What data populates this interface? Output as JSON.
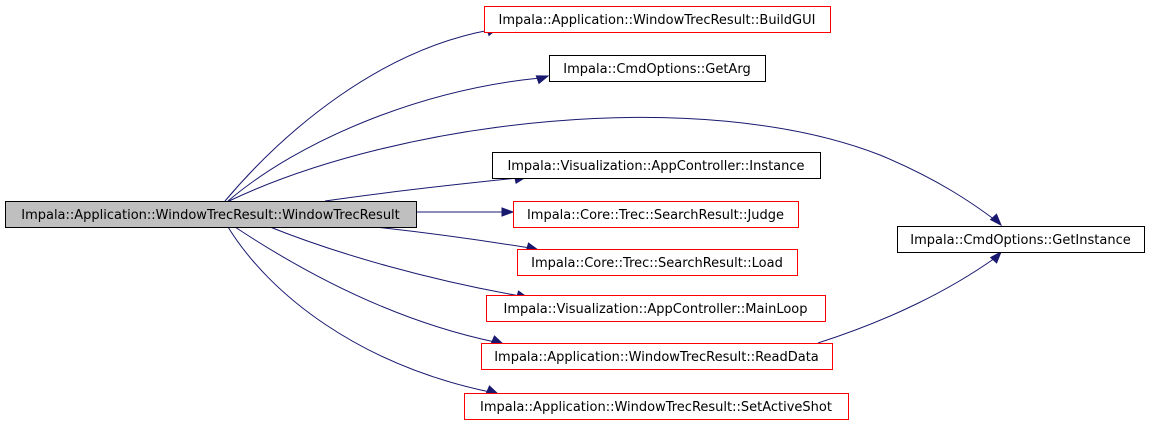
{
  "colors": {
    "edge": "#191970",
    "root_fill": "#bfbfbf",
    "root_border": "#000000",
    "normal_border": "#000000",
    "link_border": "#ff0000",
    "background": "#ffffff"
  },
  "nodes": [
    {
      "id": "root",
      "label": "Impala::Application::WindowTrecResult::WindowTrecResult",
      "style": "root"
    },
    {
      "id": "buildgui",
      "label": "Impala::Application::WindowTrecResult::BuildGUI",
      "style": "link"
    },
    {
      "id": "getarg",
      "label": "Impala::CmdOptions::GetArg",
      "style": "normal"
    },
    {
      "id": "instance",
      "label": "Impala::Visualization::AppController::Instance",
      "style": "normal"
    },
    {
      "id": "judge",
      "label": "Impala::Core::Trec::SearchResult::Judge",
      "style": "link"
    },
    {
      "id": "load",
      "label": "Impala::Core::Trec::SearchResult::Load",
      "style": "link"
    },
    {
      "id": "mainloop",
      "label": "Impala::Visualization::AppController::MainLoop",
      "style": "link"
    },
    {
      "id": "readdata",
      "label": "Impala::Application::WindowTrecResult::ReadData",
      "style": "link"
    },
    {
      "id": "setactiveshot",
      "label": "Impala::Application::WindowTrecResult::SetActiveShot",
      "style": "link"
    },
    {
      "id": "getinstance",
      "label": "Impala::CmdOptions::GetInstance",
      "style": "normal"
    }
  ],
  "edges": [
    {
      "from": "root",
      "to": "buildgui"
    },
    {
      "from": "root",
      "to": "getarg"
    },
    {
      "from": "root",
      "to": "getinstance"
    },
    {
      "from": "root",
      "to": "instance"
    },
    {
      "from": "root",
      "to": "judge"
    },
    {
      "from": "root",
      "to": "load"
    },
    {
      "from": "root",
      "to": "mainloop"
    },
    {
      "from": "root",
      "to": "readdata"
    },
    {
      "from": "root",
      "to": "setactiveshot"
    },
    {
      "from": "readdata",
      "to": "getinstance"
    }
  ]
}
